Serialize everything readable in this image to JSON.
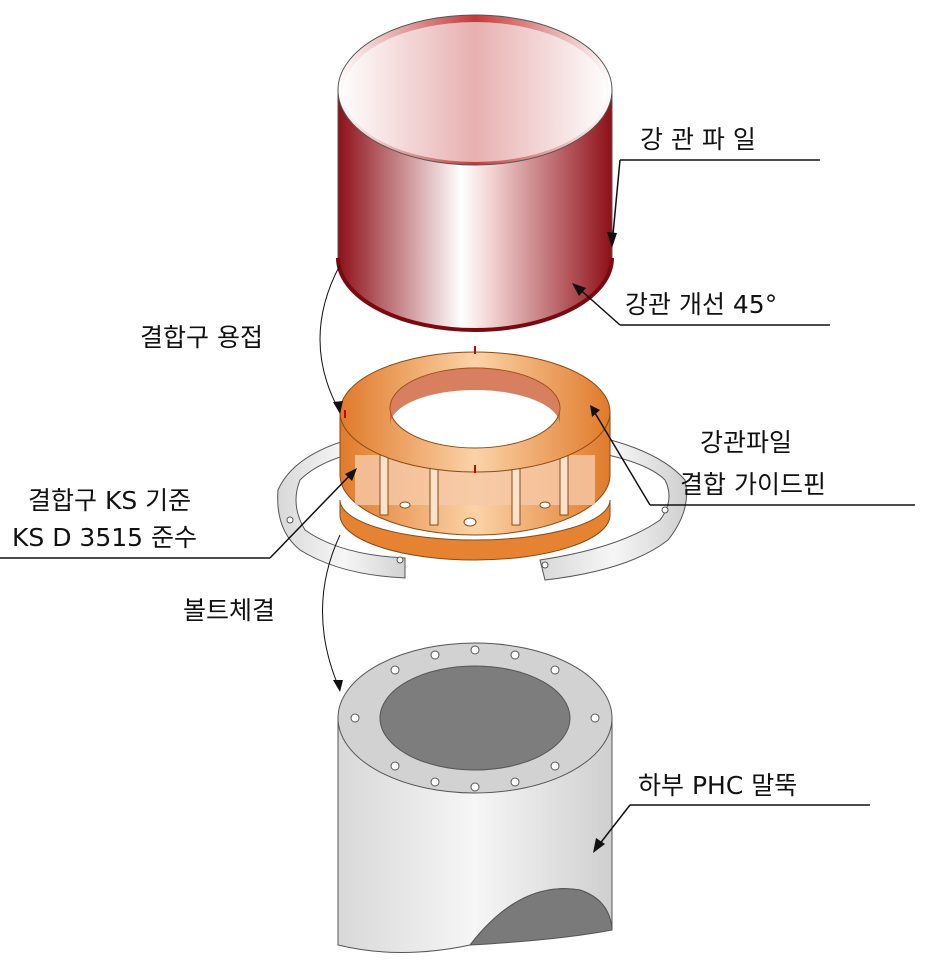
{
  "labels": {
    "steel_pipe_pile": "강 관 파 일",
    "steel_pipe_bevel": "강관 개선 45°",
    "coupler_weld": "결합구 용접",
    "guide_pin_line1": "강관파일",
    "guide_pin_line2": "결합 가이드핀",
    "ks_line1": "결합구 KS 기준",
    "ks_line2": "KS D 3515 준수",
    "bolt": "볼트체결",
    "phc_pile": "하부 PHC 말뚝"
  },
  "colors": {
    "steel_pipe": "#a3141c",
    "coupler": "#e8893a",
    "band": "#c8c8c8",
    "phc": "#dcdcdc"
  }
}
